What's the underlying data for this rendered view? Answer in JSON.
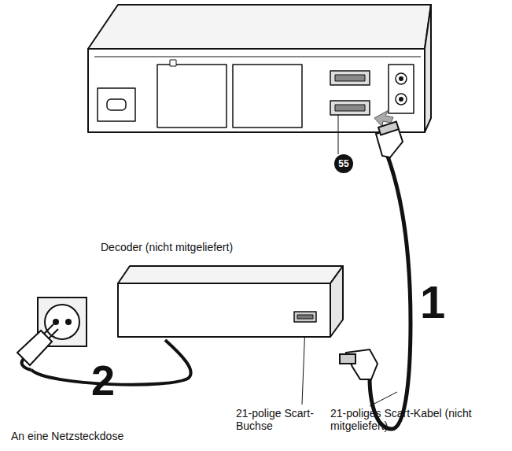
{
  "diagram": {
    "nodes": [
      {
        "text": [
          "Decoder (nicht mitgeliefert)"
        ]
      }
    ],
    "labels": [
      "55",
      "1",
      "2",
      "21-polige Scart-Buchse",
      "An eine Netzsteckdose",
      "21-poliges Scart-Kabel (nicht mitgeliefert)"
    ]
  }
}
